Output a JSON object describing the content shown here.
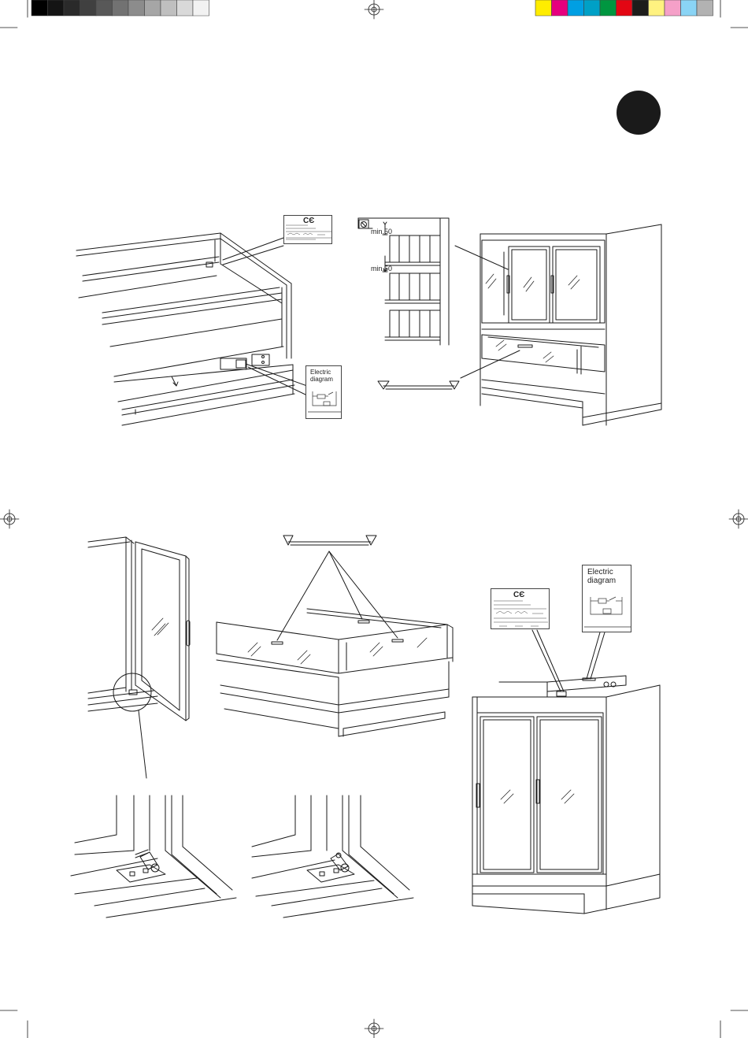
{
  "registration_bar": {
    "grayscale": [
      "#000000",
      "#141414",
      "#2a2a2a",
      "#404040",
      "#585858",
      "#727272",
      "#8c8c8c",
      "#a6a6a6",
      "#bfbfbf",
      "#d9d9d9",
      "#f2f2f2"
    ],
    "process": [
      "#ffed00",
      "#e6007e",
      "#009fe3",
      "#00a0c6",
      "#009640",
      "#e30613",
      "#1d1d1b",
      "#fff280",
      "#f5a0c8",
      "#8ad4f5",
      "#b2b2b2"
    ]
  },
  "section_marker": {
    "color": "#1a1a1a"
  },
  "top_left": {
    "electric_box_label": "Electric\ndiagram",
    "plate_mark": "CЄ"
  },
  "top_middle": {
    "clearance_top": "min.50",
    "clearance_middle": "min.50"
  },
  "bottom_right": {
    "electric_box_label": "Electric\ndiagram",
    "plate_mark": "CЄ"
  },
  "colors": {
    "line": "#1a1a1a",
    "paper": "#ffffff"
  }
}
